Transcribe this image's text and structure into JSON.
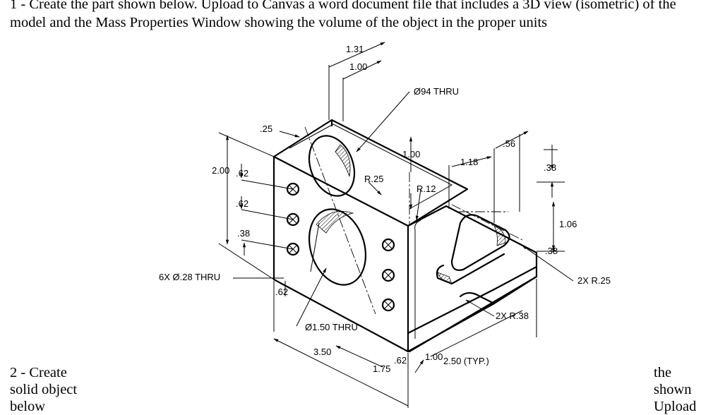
{
  "question1": {
    "text": "1 - Create the part shown below. Upload to Canvas a word document file that includes a 3D view (isometric) of the model and the Mass Properties Window showing the volume of the object in the proper units"
  },
  "question2": {
    "left_lines": [
      "2 - Create",
      "solid object",
      "below"
    ],
    "right_lines": [
      "the",
      "shown",
      "Upload"
    ]
  },
  "drawing": {
    "dimensions": {
      "d131": "1.31",
      "d100top": "1.00",
      "dia94": "Ø94 THRU",
      "d25top": ".25",
      "d56": ".56",
      "d100mid": "1.00",
      "d118": "1.18",
      "d38a": ".38",
      "d200": "2.00",
      "d62a": ".62",
      "r25": "R.25",
      "r12": "R.12",
      "d62b": ".62",
      "d38b": ".38",
      "d106": "1.06",
      "d38c": ".38",
      "holes": "6X Ø.28 THRU",
      "r25x2": "2X R.25",
      "d62c": ".62",
      "r38x2": "2X R.38",
      "dia150": "Ø1.50 THRU",
      "d350": "3.50",
      "d62d": ".62",
      "d100bot": "1.00",
      "d250": "2.50 (TYP.)",
      "d175": "1.75"
    }
  }
}
